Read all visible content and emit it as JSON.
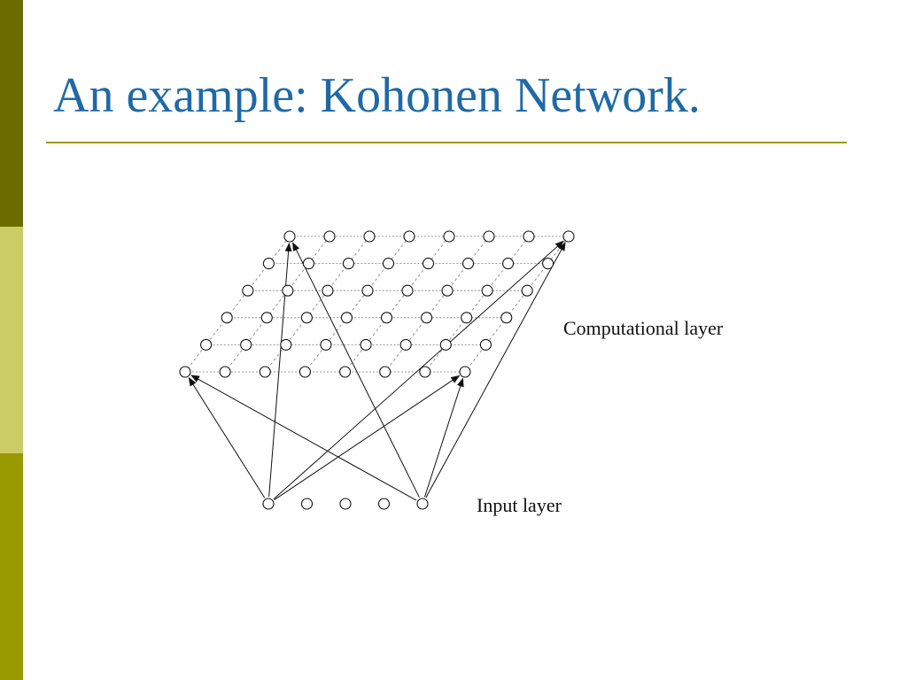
{
  "slide": {
    "title": "An example: Kohonen Network."
  },
  "colors": {
    "title": "#1f6aa5",
    "rule": "#9a9a1f",
    "bar_top": "#6b6b00",
    "bar_middle": "#cccc66",
    "bar_bottom": "#999900",
    "ink": "#111111"
  },
  "diagram": {
    "computational_label": "Computational layer",
    "input_label": "Input layer",
    "grid_rows": 6,
    "grid_columns": 8,
    "input_nodes": 5
  }
}
